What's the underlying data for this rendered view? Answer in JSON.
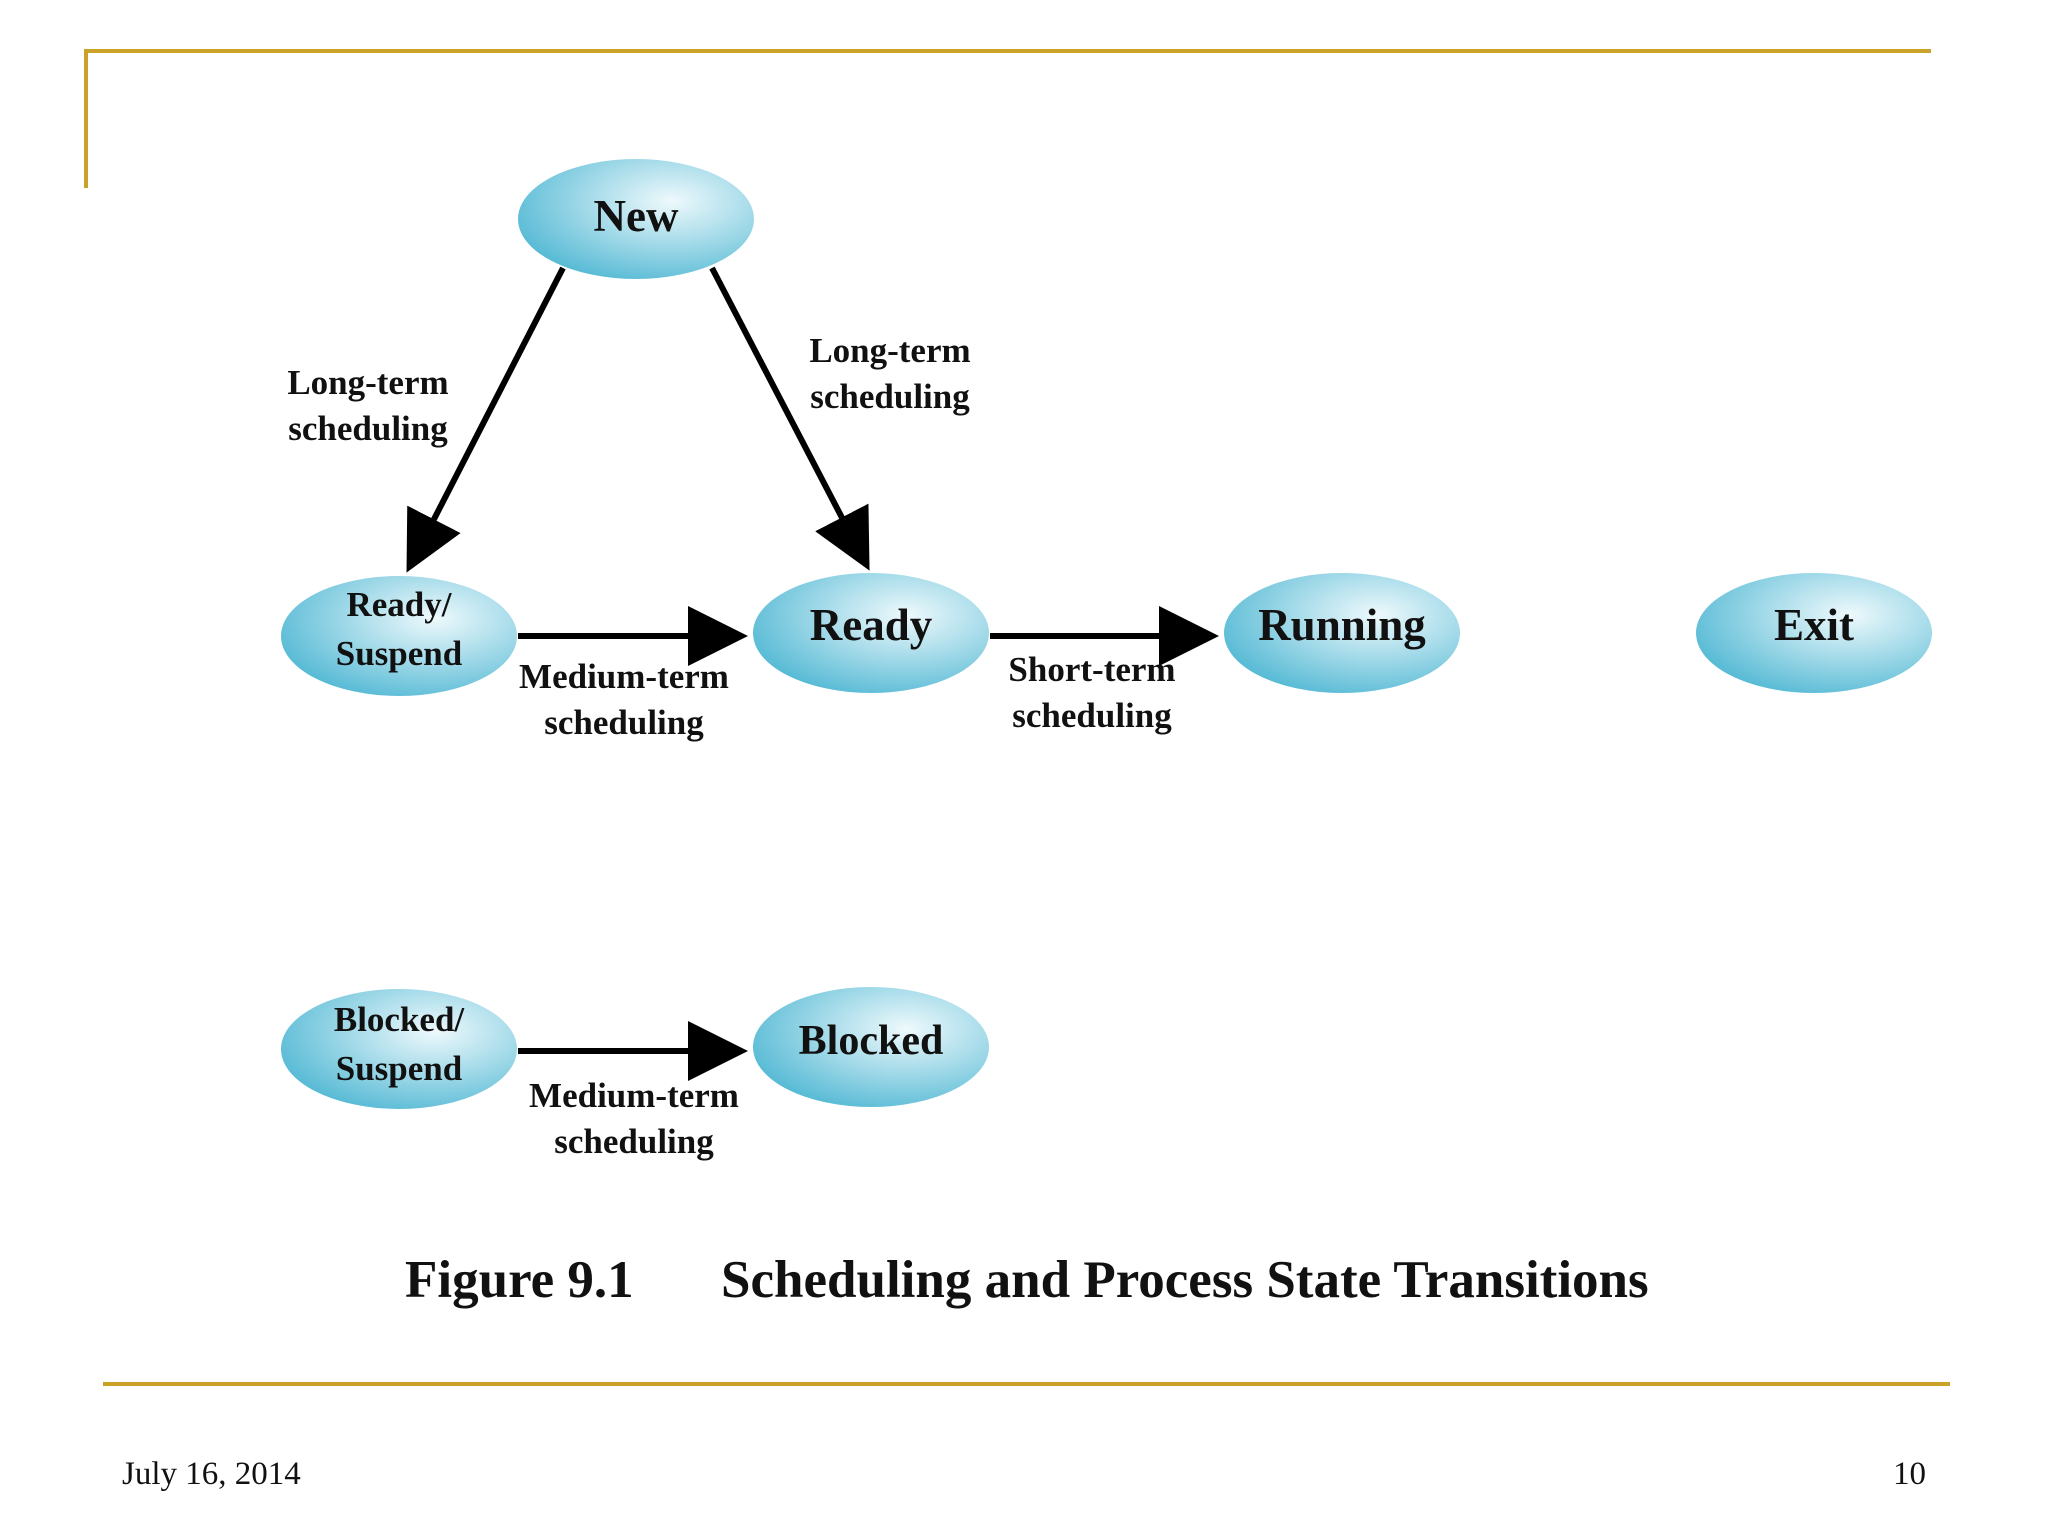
{
  "states": {
    "new": "New",
    "ready_suspend": [
      "Ready/",
      "Suspend"
    ],
    "ready": "Ready",
    "running": "Running",
    "exit": "Exit",
    "blocked_suspend": [
      "Blocked/",
      "Suspend"
    ],
    "blocked": "Blocked"
  },
  "transitions": {
    "new_to_ready_suspend": [
      "Long-term",
      "scheduling"
    ],
    "new_to_ready": [
      "Long-term",
      "scheduling"
    ],
    "ready_suspend_to_ready": [
      "Medium-term",
      "scheduling"
    ],
    "ready_to_running": [
      "Short-term",
      "scheduling"
    ],
    "blocked_suspend_to_blocked": [
      "Medium-term",
      "scheduling"
    ]
  },
  "caption": {
    "number": "Figure 9.1",
    "title": "Scheduling and Process State Transitions"
  },
  "footer": {
    "date": "July 16, 2014",
    "page": "10"
  },
  "colors": {
    "rule": "#c9a227",
    "node_light": "#eaf7fb",
    "node_dark": "#4fb7d3"
  }
}
